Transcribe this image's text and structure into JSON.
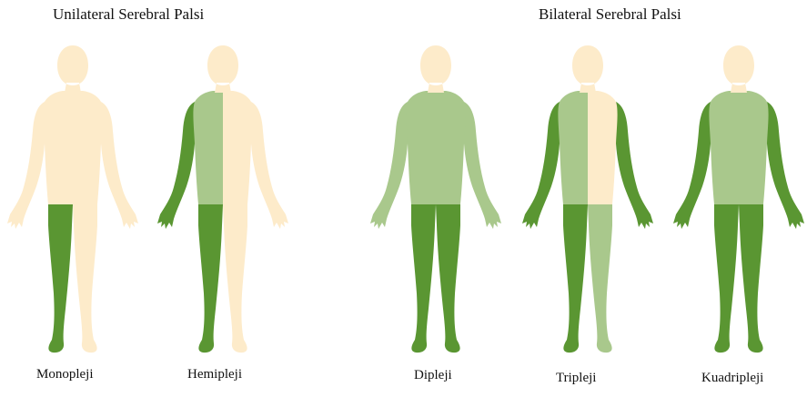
{
  "groups": {
    "unilateral": {
      "title": "Unilateral Serebral Palsi"
    },
    "bilateral": {
      "title": "Bilateral Serebral Palsi"
    }
  },
  "colors": {
    "unaffected": "#fdebca",
    "affected_strong": "#5a9632",
    "affected_light": "#a9c88c"
  },
  "figures": [
    {
      "label": "Monopleji",
      "head": "unaffected",
      "torso_left": "unaffected",
      "torso_right": "unaffected",
      "arm_left": "unaffected",
      "arm_right": "unaffected",
      "leg_left": "affected_strong",
      "leg_right": "unaffected"
    },
    {
      "label": "Hemipleji",
      "head": "unaffected",
      "torso_left": "affected_light",
      "torso_right": "unaffected",
      "arm_left": "affected_strong",
      "arm_right": "unaffected",
      "leg_left": "affected_strong",
      "leg_right": "unaffected"
    },
    {
      "label": "Dipleji",
      "head": "unaffected",
      "torso_left": "affected_light",
      "torso_right": "affected_light",
      "arm_left": "affected_light",
      "arm_right": "affected_light",
      "leg_left": "affected_strong",
      "leg_right": "affected_strong"
    },
    {
      "label": "Tripleji",
      "head": "unaffected",
      "torso_left": "affected_light",
      "torso_right": "unaffected",
      "arm_left": "affected_strong",
      "arm_right": "affected_strong",
      "leg_left": "affected_strong",
      "leg_right": "affected_light"
    },
    {
      "label": "Kuadripleji",
      "head": "unaffected",
      "torso_left": "affected_light",
      "torso_right": "affected_light",
      "arm_left": "affected_strong",
      "arm_right": "affected_strong",
      "leg_left": "affected_strong",
      "leg_right": "affected_strong"
    }
  ]
}
